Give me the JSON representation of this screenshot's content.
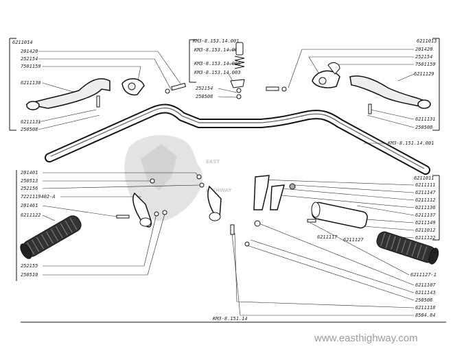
{
  "diagram": {
    "assembly_number": "КМЗ-8.151.14",
    "watermark": {
      "line1": "EAST",
      "line2": "HIGHWAY",
      "url": "www.easthighway.com"
    },
    "groups": {
      "left_lever": {
        "title": "6211014",
        "parts": [
          "201420",
          "252154",
          "7501159",
          "6211130",
          "6211131",
          "250508"
        ]
      },
      "center_cable": {
        "parts": [
          "КМЗ-8.153.14.001",
          "КМЗ-8.153.14.005",
          "КМЗ-8.153.14.006",
          "КМЗ-8.153.14.003",
          "252154",
          "250508"
        ]
      },
      "right_lever": {
        "title": "6211013",
        "parts": [
          "201420",
          "252154",
          "7501159",
          "6211129",
          "6211131",
          "250508"
        ]
      },
      "handlebar": {
        "label": "КМЗ-8.151.14.001"
      },
      "left_bottom": {
        "parts": [
          "201401",
          "250513",
          "252156",
          "7221119402-А",
          "201461",
          "6211122",
          "252155",
          "250510"
        ]
      },
      "right_bottom": {
        "title": "6211011",
        "parts": [
          "6211111",
          "6211147",
          "6211112",
          "6211136",
          "6211137",
          "6211149",
          "6211012",
          "6211122",
          "6211127-1",
          "6211107",
          "6211143",
          "250508",
          "6211118",
          "8504.84"
        ]
      },
      "throttle_labels": [
        "6211117",
        "6211127"
      ]
    }
  }
}
